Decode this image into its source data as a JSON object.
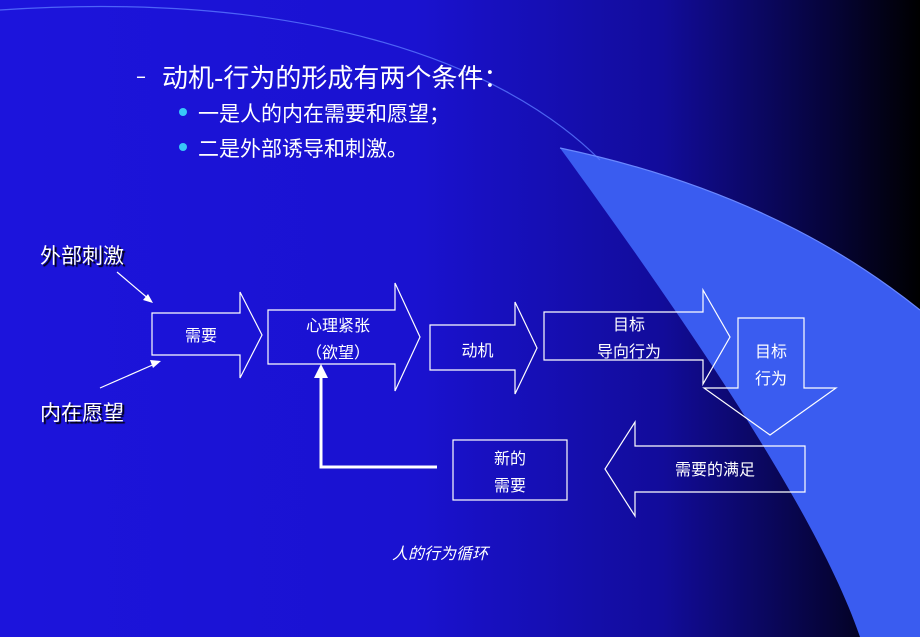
{
  "title": "动机-行为的形成有两个条件：",
  "conditions": [
    "一是人的内在需要和愿望；",
    "二是外部诱导和刺激。"
  ],
  "inputs": {
    "external": "外部刺激",
    "internal": "内在愿望"
  },
  "stages": {
    "need": "需要",
    "tension_line1": "心理紧张",
    "tension_line2": "（欲望）",
    "motive": "动机",
    "goal_behavior_line1": "目标",
    "goal_behavior_line2": "导向行为",
    "goal_line1": "目标",
    "goal_line2": "行为",
    "satisfaction": "需要的满足",
    "new_need_line1": "新的",
    "new_need_line2": "需要"
  },
  "caption": "人的行为循环",
  "colors": {
    "background": "#1a12d0",
    "swoosh": "#3a5cf0",
    "bullet": "#38c8f8",
    "text": "#ffffff"
  }
}
